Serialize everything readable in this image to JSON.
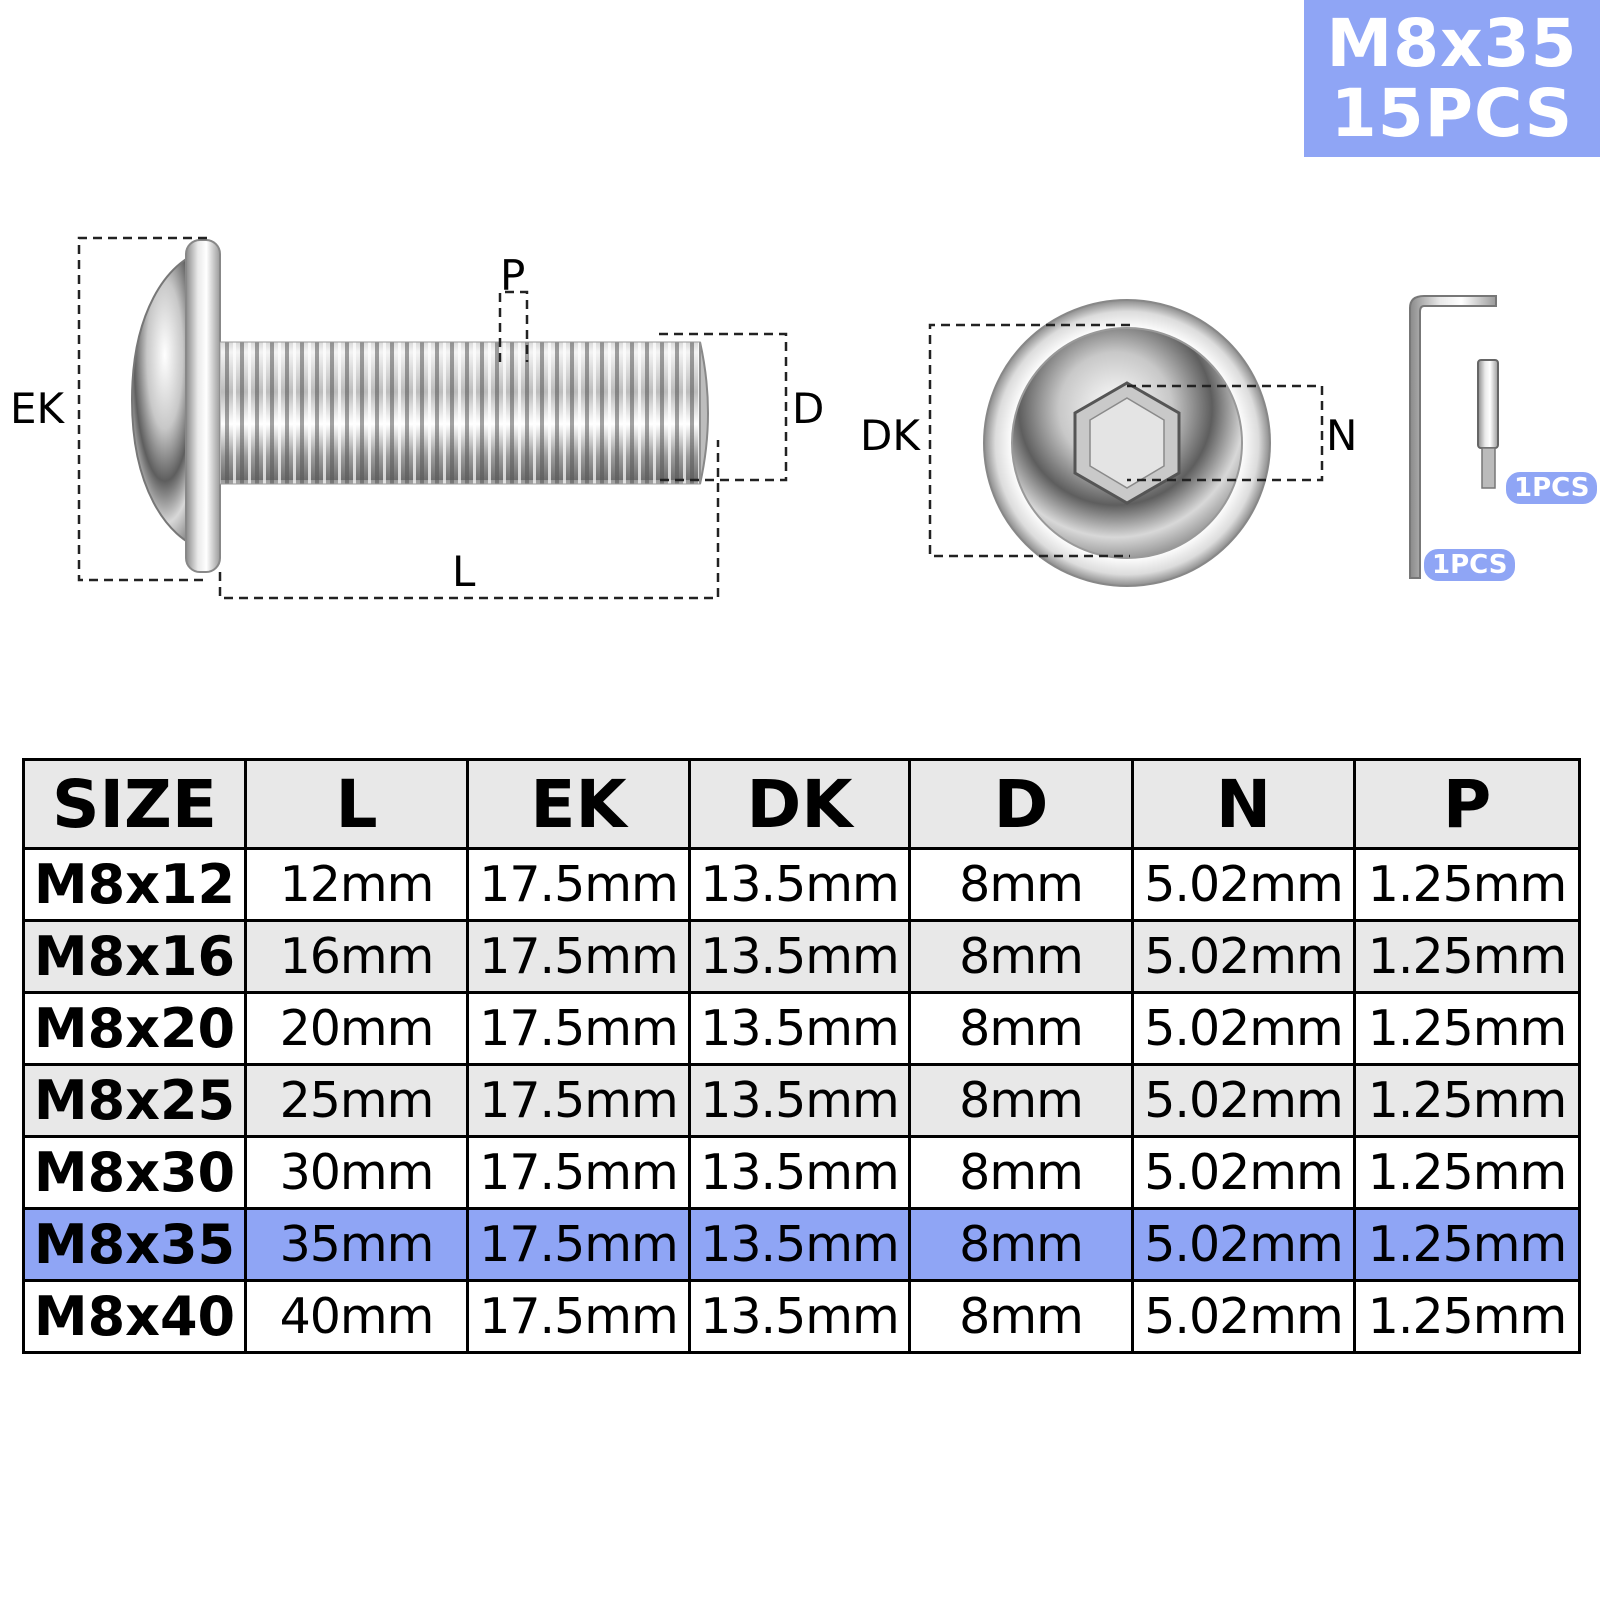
{
  "badge": {
    "line1": "M8x35",
    "line2": "15PCS"
  },
  "diagram": {
    "labels": {
      "ek": "EK",
      "p": "P",
      "d": "D",
      "l": "L",
      "dk": "DK",
      "n": "N"
    },
    "icons": [
      "bolt-side-view",
      "bolt-head-front-view",
      "hex-key",
      "hex-bit"
    ],
    "accessories": {
      "hex_key_qty": "1PCS",
      "hex_bit_qty": "1PCS"
    }
  },
  "table": {
    "headers": [
      "SIZE",
      "L",
      "EK",
      "DK",
      "D",
      "N",
      "P"
    ],
    "rows": [
      [
        "M8x12",
        "12mm",
        "17.5mm",
        "13.5mm",
        "8mm",
        "5.02mm",
        "1.25mm"
      ],
      [
        "M8x16",
        "16mm",
        "17.5mm",
        "13.5mm",
        "8mm",
        "5.02mm",
        "1.25mm"
      ],
      [
        "M8x20",
        "20mm",
        "17.5mm",
        "13.5mm",
        "8mm",
        "5.02mm",
        "1.25mm"
      ],
      [
        "M8x25",
        "25mm",
        "17.5mm",
        "13.5mm",
        "8mm",
        "5.02mm",
        "1.25mm"
      ],
      [
        "M8x30",
        "30mm",
        "17.5mm",
        "13.5mm",
        "8mm",
        "5.02mm",
        "1.25mm"
      ],
      [
        "M8x35",
        "35mm",
        "17.5mm",
        "13.5mm",
        "8mm",
        "5.02mm",
        "1.25mm"
      ],
      [
        "M8x40",
        "40mm",
        "17.5mm",
        "13.5mm",
        "8mm",
        "5.02mm",
        "1.25mm"
      ]
    ],
    "highlighted_size": "M8x35"
  },
  "colors": {
    "accent": "#8fa5f5",
    "alt_row": "#e8e8e8",
    "border": "#000000"
  }
}
